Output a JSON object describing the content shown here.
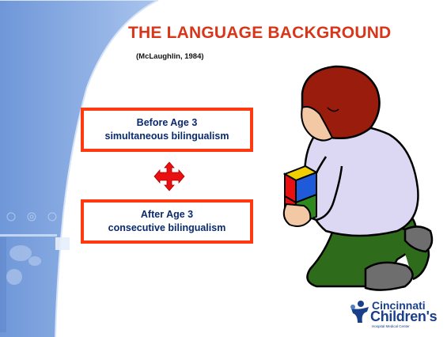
{
  "slide": {
    "title": "THE LANGUAGE BACKGROUND",
    "citation": "(McLaughlin, 1984)",
    "box_before": {
      "line1": "Before Age 3",
      "line2": "simultaneous bilingualism"
    },
    "box_after": {
      "line1": "After Age 3",
      "line2": "consecutive bilingualism"
    }
  },
  "logo": {
    "line1": "Cincinnati",
    "line2": "Children's",
    "line3": "Hospital Medical Center"
  },
  "colors": {
    "title": "#d8361a",
    "box_border": "#ff3a10",
    "box_text": "#0a2a6e",
    "arrow": "#e81010",
    "background_blue": "#8aaee4",
    "logo": "#1a3f8a"
  },
  "icons": {
    "arrow": "four-way-arrow-icon",
    "illustration": "child-playing-with-block-illustration",
    "logo": "hospital-logo-icon"
  }
}
